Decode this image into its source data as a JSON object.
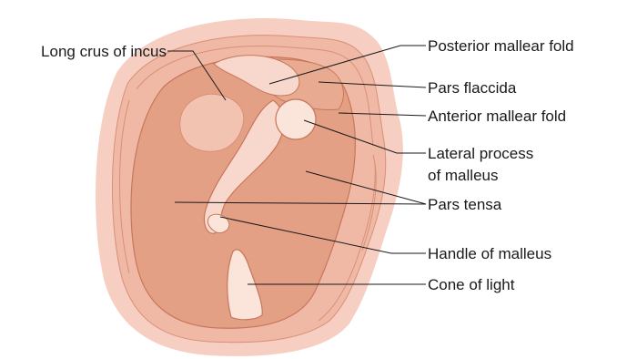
{
  "labels": {
    "long_crus_of_incus": "Long crus of incus",
    "posterior_mallear_fold": "Posterior mallear fold",
    "pars_flaccida": "Pars flaccida",
    "anterior_mallear_fold": "Anterior mallear fold",
    "lateral_process_line1": "Lateral process",
    "lateral_process_line2": "of malleus",
    "pars_tensa": "Pars tensa",
    "handle_of_malleus": "Handle of malleus",
    "cone_of_light": "Cone of light"
  },
  "colors": {
    "outer_skin": "#f6cfc2",
    "ring": "#efb9a6",
    "membrane": "#e3a085",
    "malleus": "#f8d8cc",
    "outline": "#c9765a",
    "text": "#1a1a1a"
  }
}
